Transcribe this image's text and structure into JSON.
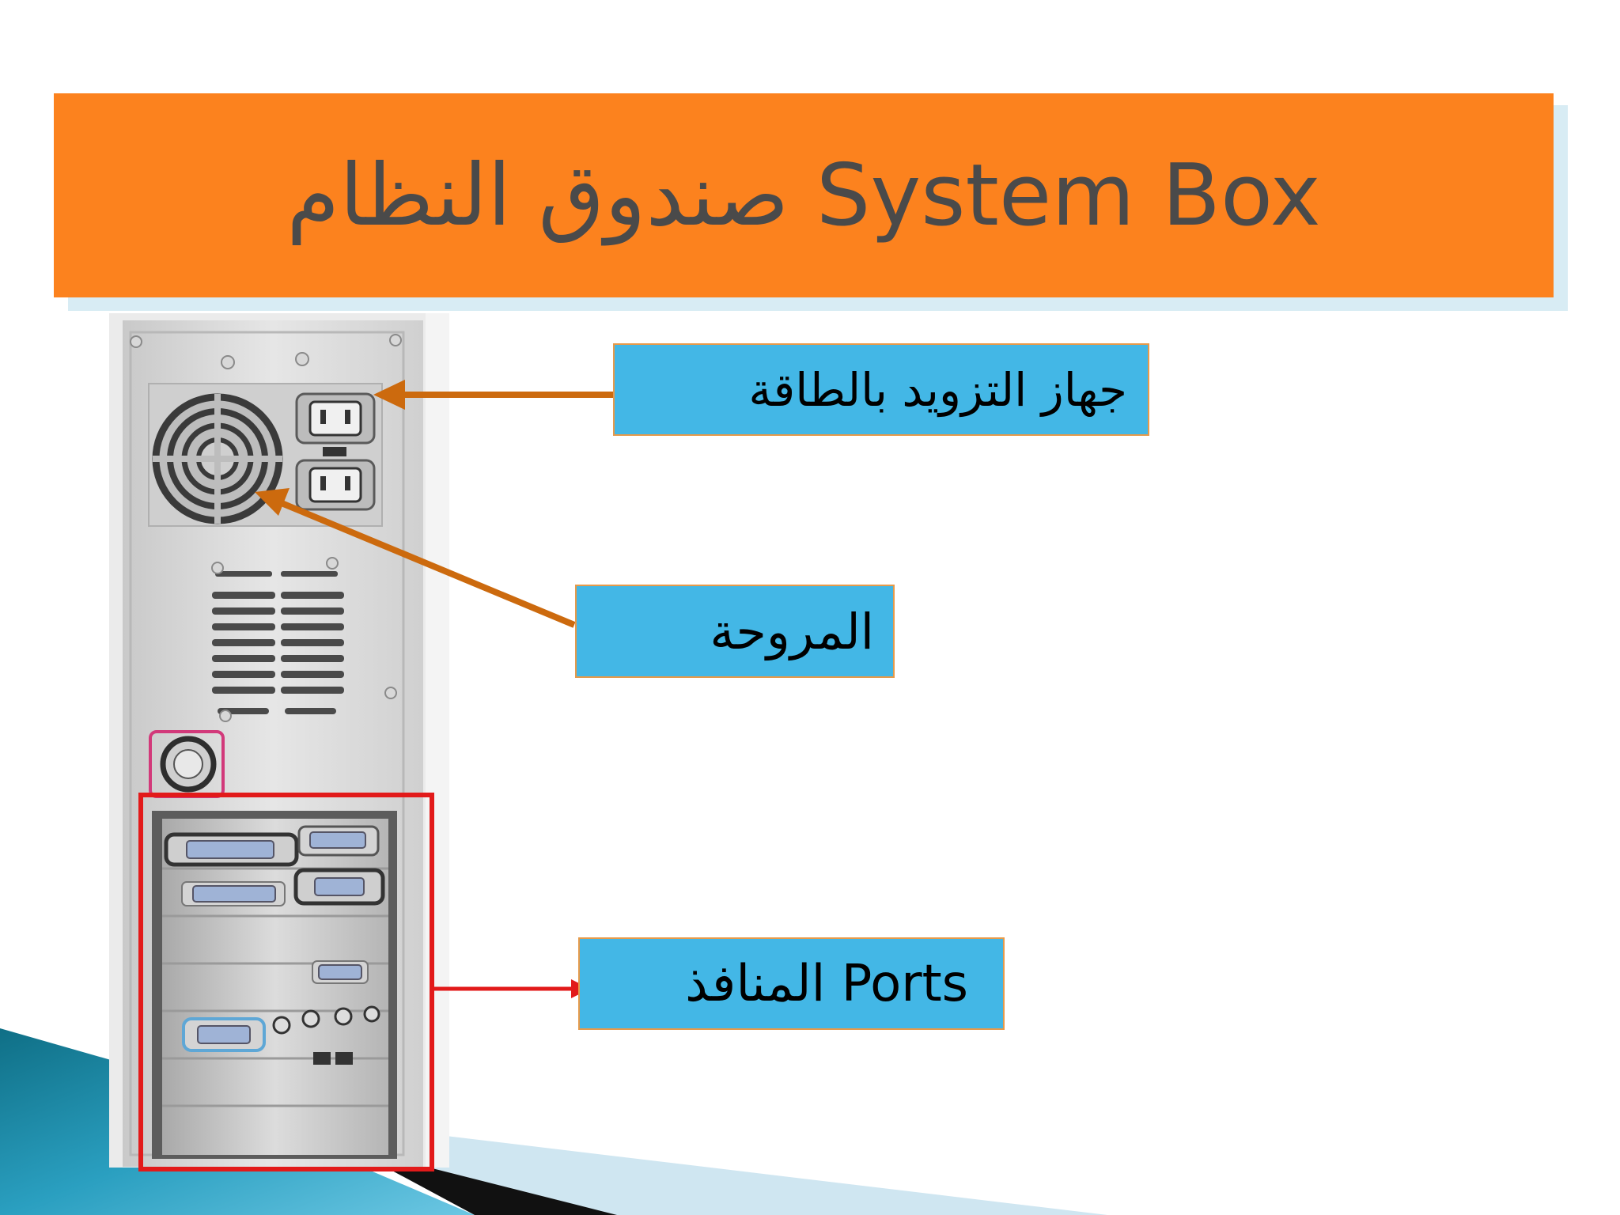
{
  "slide": {
    "title": "صندوق النظام System Box"
  },
  "labels": {
    "power_supply": "جهاز التزويد بالطاقة",
    "fan": "المروحة",
    "ports": "المنافذ Ports"
  },
  "colors": {
    "title_bar": "#fc821e",
    "title_text": "#4a4a4a",
    "label_bg": "#43b7e6",
    "label_border": "#e69a4a",
    "arrow_orange": "#cc6a0e",
    "arrow_red": "#e21a1a",
    "highlight_red": "#e21a1a",
    "highlight_pink": "#d2397a"
  }
}
